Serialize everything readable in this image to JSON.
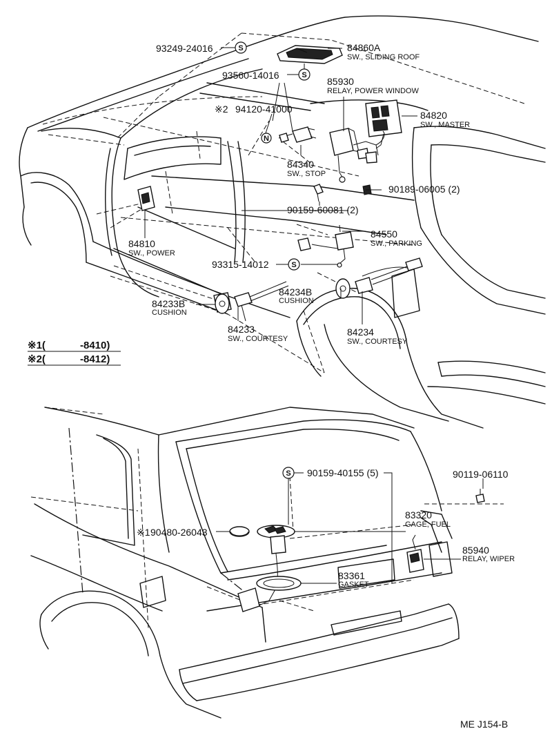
{
  "labels": {
    "p93249": "93249-24016",
    "p84860a": "84860A",
    "d84860a": "SW., SLIDING ROOF",
    "p93560": "93560-14016",
    "p85930": "85930",
    "d85930": "RELAY, POWER WINDOW",
    "mark2": "※2",
    "p94120": "94120-41000",
    "p84820": "84820",
    "d84820": "SW., MASTER",
    "p84340": "84340",
    "d84340": "SW., STOP",
    "p90189": "90189-06005 (2)",
    "p90159a": "90159-60081 (2)",
    "p84810": "84810",
    "d84810": "SW., POWER",
    "p84550": "84550",
    "d84550": "SW., PARKING",
    "p93315": "93315-14012",
    "p84234b": "84234B",
    "d84234b": "CUSHION",
    "p84233b": "84233B",
    "d84233b": "CUSHION",
    "p84233": "84233",
    "d84233": "SW., COURTESY",
    "p84234": "84234",
    "d84234": "SW., COURTESY",
    "p90159b": "90159-40155 (5)",
    "p90119": "90119-06110",
    "mark1": "※1",
    "p90480": "90480-26043",
    "p83320": "83320",
    "d83320": "GAGE, FUEL",
    "p85940": "85940",
    "d85940": "RELAY, WIPER",
    "p83361": "83361",
    "d83361": "GASKET",
    "footer": "ME  J154-B"
  },
  "markers": {
    "s": "S",
    "n": "N"
  },
  "notes": [
    {
      "mark": "※1(",
      "range": "-8410)"
    },
    {
      "mark": "※2(",
      "range": "-8412)"
    }
  ]
}
